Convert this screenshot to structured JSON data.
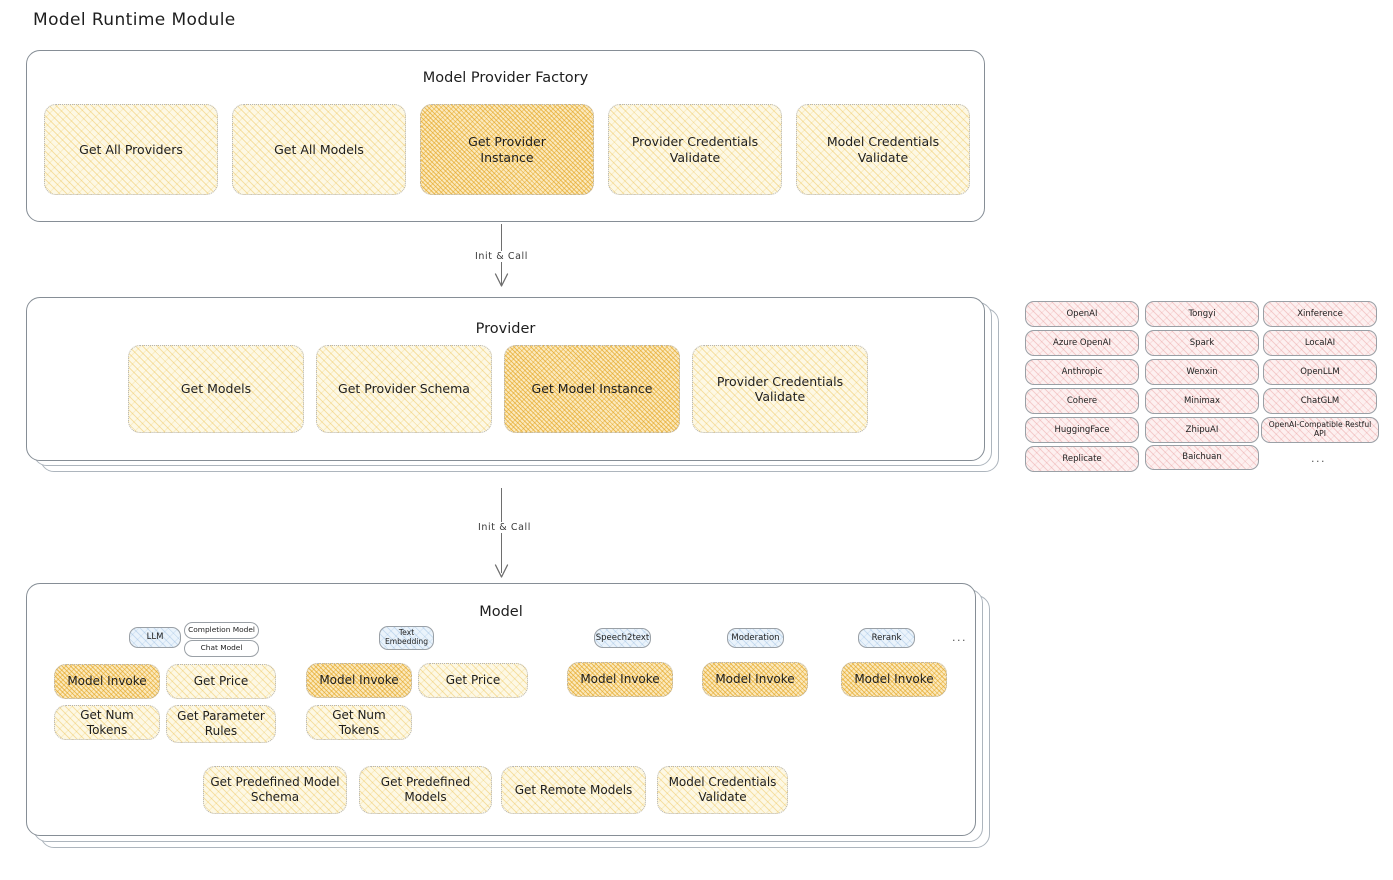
{
  "page": {
    "title": "Model Runtime Module",
    "background": "#ffffff",
    "accent_amber": "#e8b328",
    "accent_amber_strong": "#e2a017",
    "accent_pink": "#e07878",
    "accent_blue": "#6ea0d2",
    "stroke": "#868e96"
  },
  "factory": {
    "title": "Model Provider Factory",
    "nodes": [
      {
        "label": "Get All Providers",
        "emphasis": "light"
      },
      {
        "label": "Get All Models",
        "emphasis": "light"
      },
      {
        "label": "Get Provider\nInstance",
        "emphasis": "strong"
      },
      {
        "label": "Provider Credentials\nValidate",
        "emphasis": "light"
      },
      {
        "label": "Model Credentials\nValidate",
        "emphasis": "light"
      }
    ]
  },
  "arrows": [
    {
      "label": "Init & Call"
    },
    {
      "label": "Init & Call"
    }
  ],
  "provider": {
    "title": "Provider",
    "stacked": true,
    "nodes": [
      {
        "label": "Get Models",
        "emphasis": "light"
      },
      {
        "label": "Get Provider Schema",
        "emphasis": "light"
      },
      {
        "label": "Get Model Instance",
        "emphasis": "strong"
      },
      {
        "label": "Provider Credentials\nValidate",
        "emphasis": "light"
      }
    ]
  },
  "provider_list": {
    "ellipsis": "...",
    "columns": [
      {
        "items": [
          "OpenAI",
          "Azure OpenAI",
          "Anthropic",
          "Cohere",
          "HuggingFace",
          "Replicate"
        ]
      },
      {
        "items": [
          "Tongyi",
          "Spark",
          "Wenxin",
          "Minimax",
          "ZhipuAI",
          "Baichuan"
        ]
      },
      {
        "items": [
          "Xinference",
          "LocalAI",
          "OpenLLM",
          "ChatGLM",
          "OpenAI-Compatible Restful API"
        ]
      }
    ]
  },
  "model": {
    "title": "Model",
    "stacked": true,
    "ellipsis": "...",
    "types": [
      {
        "badge": "LLM",
        "sub_badges": [
          "Completion Model",
          "Chat Model"
        ],
        "methods": [
          {
            "label": "Model Invoke",
            "emphasis": "strong"
          },
          {
            "label": "Get Price",
            "emphasis": "light"
          },
          {
            "label": "Get Num Tokens",
            "emphasis": "light"
          },
          {
            "label": "Get Parameter\nRules",
            "emphasis": "light"
          }
        ]
      },
      {
        "badge": "Text\nEmbedding",
        "sub_badges": [],
        "methods": [
          {
            "label": "Model Invoke",
            "emphasis": "strong"
          },
          {
            "label": "Get Price",
            "emphasis": "light"
          },
          {
            "label": "Get Num Tokens",
            "emphasis": "light"
          }
        ]
      },
      {
        "badge": "Speech2text",
        "sub_badges": [],
        "methods": [
          {
            "label": "Model Invoke",
            "emphasis": "strong"
          }
        ]
      },
      {
        "badge": "Moderation",
        "sub_badges": [],
        "methods": [
          {
            "label": "Model Invoke",
            "emphasis": "strong"
          }
        ]
      },
      {
        "badge": "Rerank",
        "sub_badges": [],
        "methods": [
          {
            "label": "Model Invoke",
            "emphasis": "strong"
          }
        ]
      }
    ],
    "shared_methods": [
      {
        "label": "Get Predefined Model\nSchema",
        "emphasis": "light"
      },
      {
        "label": "Get Predefined\nModels",
        "emphasis": "light"
      },
      {
        "label": "Get Remote Models",
        "emphasis": "light"
      },
      {
        "label": "Model Credentials\nValidate",
        "emphasis": "light"
      }
    ]
  }
}
